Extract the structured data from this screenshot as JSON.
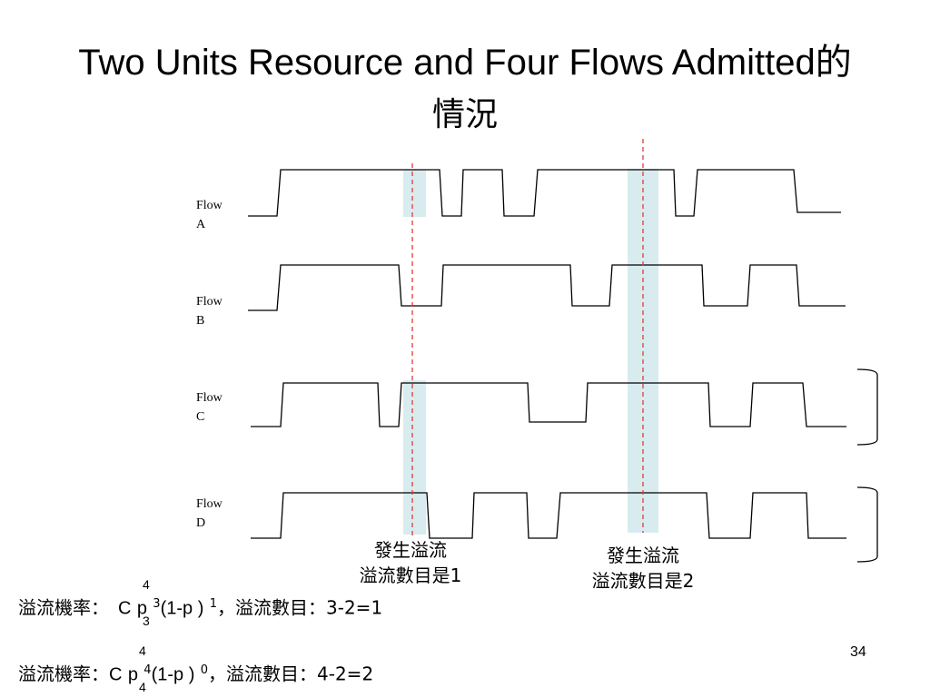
{
  "title": {
    "line1": "Two Units Resource and Four Flows Admitted的",
    "line2": "情況"
  },
  "flows": [
    {
      "label": "Flow",
      "sub": "A"
    },
    {
      "label": "Flow",
      "sub": "B"
    },
    {
      "label": "Flow",
      "sub": "C"
    },
    {
      "label": "Flow",
      "sub": "D"
    }
  ],
  "callouts": [
    {
      "line1": "發生溢流",
      "line2": "溢流數目是1"
    },
    {
      "line1": "發生溢流",
      "line2": "溢流數目是2"
    }
  ],
  "formulas": [
    {
      "prefix": "溢流機率：",
      "C": "C",
      "top": "4",
      "bottom": "3",
      "p": "p",
      "exp1": "3",
      "mid": "(1-p )",
      "exp2": "1",
      "suffix": "，溢流數目：3-2=1"
    },
    {
      "prefix": "溢流機率：",
      "C": "C",
      "top": "4",
      "bottom": "4",
      "p": "p",
      "exp1": "4",
      "mid": "(1-p )",
      "exp2": "0",
      "suffix": "，溢流數目：4-2=2"
    }
  ],
  "page_number": "34",
  "colors": {
    "highlight": "#d8ecf0",
    "dashed_line": "#e53935",
    "waveform": "#000000"
  }
}
